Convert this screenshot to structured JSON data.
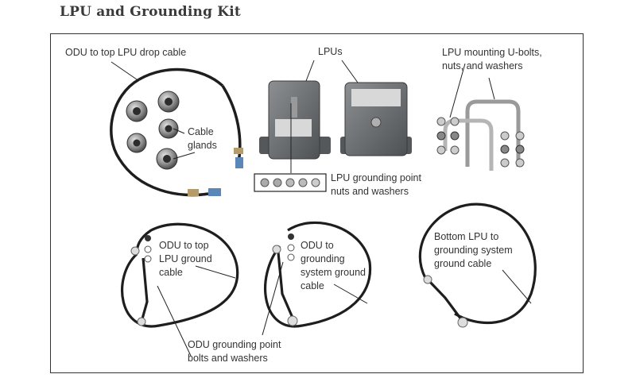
{
  "title": "LPU and Grounding Kit",
  "labels": {
    "odu_drop_cable": "ODU to top LPU drop cable",
    "lpus": "LPUs",
    "ubolts": "LPU mounting U-bolts,\nnuts, and washers",
    "cable_glands": "Cable\nglands",
    "lpu_grounding_point": "LPU grounding point\nnuts and washers",
    "odu_top_lpu_ground": "ODU to top\nLPU ground\ncable",
    "odu_grounding_system": "ODU to\ngrounding\nsystem ground\ncable",
    "bottom_lpu_grounding": "Bottom LPU to\ngrounding system\nground cable",
    "odu_grounding_point": "ODU grounding point\nbolts and washers"
  }
}
